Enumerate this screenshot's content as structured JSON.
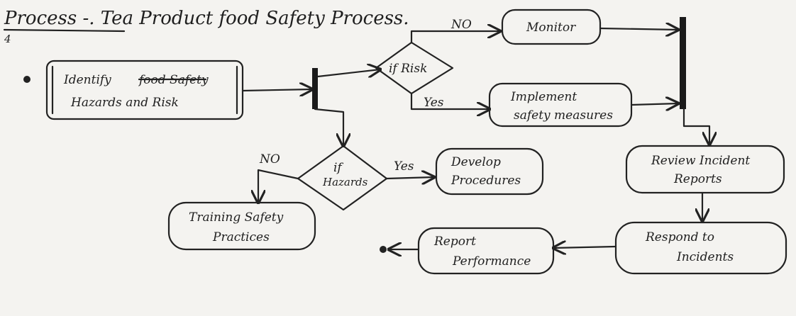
{
  "title": "Process -. Tea Product food Safety Process.",
  "page_number": "4",
  "colors": {
    "ink": "#222222",
    "paper": "#f4f3f0"
  },
  "nodes": {
    "start_bullet": "start-dot",
    "identify": {
      "line1": "Identify",
      "strike": "food Safety",
      "line2": "Hazards and Risk"
    },
    "if_risk": "if Risk",
    "monitor": "Monitor",
    "implement": {
      "line1": "Implement",
      "line2": "safety measures"
    },
    "if_hazards": {
      "line1": "if",
      "line2": "Hazards"
    },
    "develop": {
      "line1": "Develop",
      "line2": "Procedures"
    },
    "training": {
      "line1": "Training Safety",
      "line2": "Practices"
    },
    "review": {
      "line1": "Review Incident",
      "line2": "Reports"
    },
    "respond": {
      "line1": "Respond to",
      "line2": "Incidents"
    },
    "report": {
      "line1": "Report",
      "line2": "Performance"
    }
  },
  "edge_labels": {
    "risk_no": "NO",
    "risk_yes": "Yes",
    "hazards_no": "NO",
    "hazards_yes": "Yes"
  }
}
